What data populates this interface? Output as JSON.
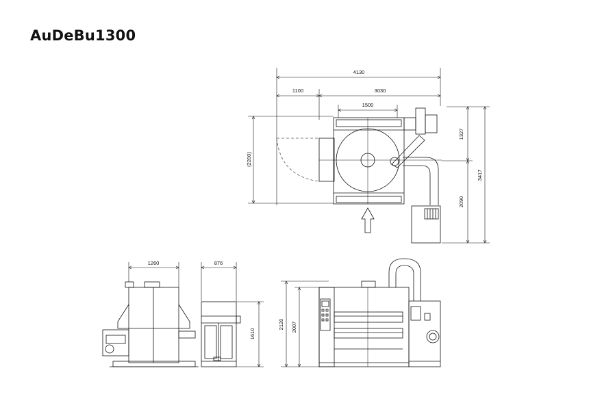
{
  "title": "AuDeBu1300",
  "dimensions": {
    "top_overall_width": "4130",
    "top_left_clearance": "1100",
    "top_machine_width": "3030",
    "top_drum_width": "1500",
    "top_left_depth": "(2200)",
    "top_right_upper": "1327",
    "top_right_lower": "2090",
    "top_right_overall": "3417",
    "side_width": "1260",
    "end_width": "876",
    "end_height": "1610",
    "front_overall_height": "2120",
    "front_body_height": "2007"
  },
  "colors": {
    "line": "#111111",
    "dashed": "#555555"
  }
}
